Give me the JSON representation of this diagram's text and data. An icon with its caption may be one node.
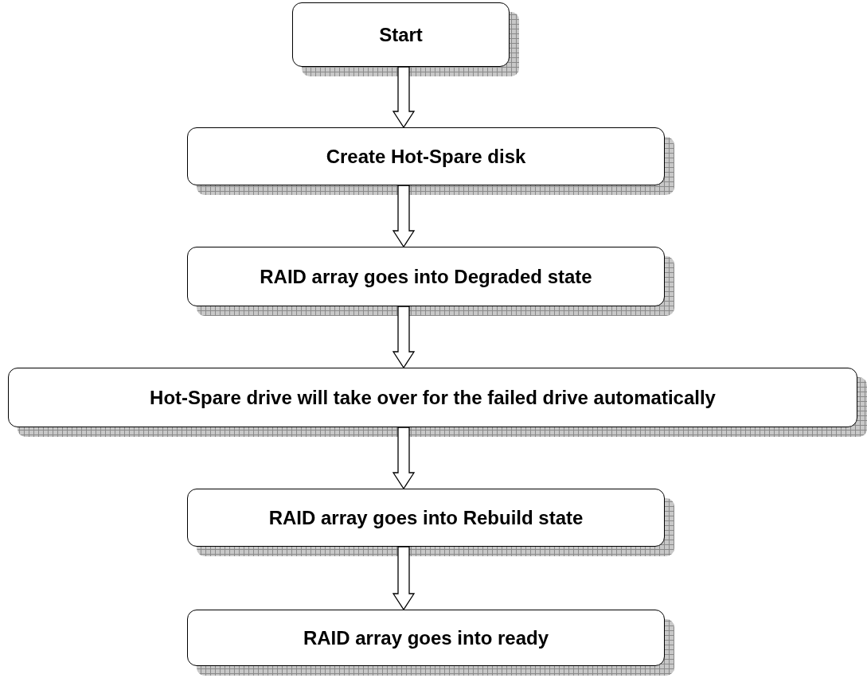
{
  "diagram": {
    "nodes": [
      {
        "text": [
          "Start"
        ]
      },
      {
        "text": [
          "Create Hot-Spare disk"
        ]
      },
      {
        "text": [
          "RAID array goes into Degraded state"
        ]
      },
      {
        "text": [
          "Hot-Spare drive will take over for the failed drive automatically"
        ]
      },
      {
        "text": [
          "RAID array goes into Rebuild state"
        ]
      },
      {
        "text": [
          "RAID array goes into ready"
        ]
      }
    ],
    "edges": [
      {
        "from": 0,
        "to": 1,
        "arrow": "to"
      },
      {
        "from": 1,
        "to": 2,
        "arrow": "to"
      },
      {
        "from": 2,
        "to": 3,
        "arrow": "to"
      },
      {
        "from": 3,
        "to": 4,
        "arrow": "to"
      },
      {
        "from": 4,
        "to": 5,
        "arrow": "to"
      }
    ]
  }
}
